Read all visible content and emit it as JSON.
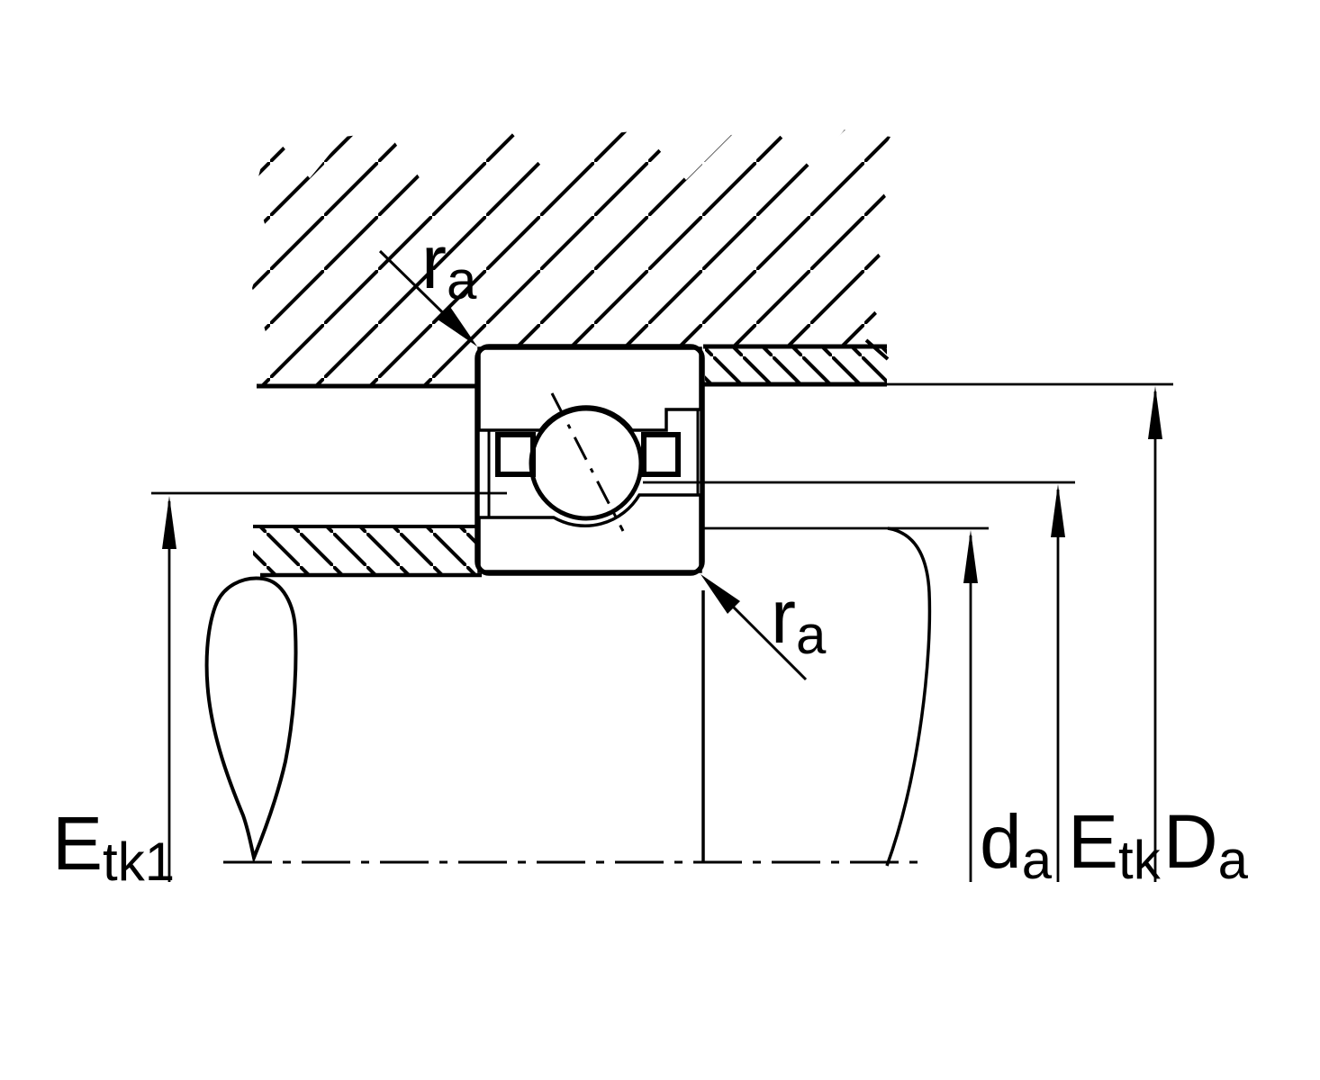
{
  "labels": {
    "ra_top": {
      "main": "r",
      "sub": "a"
    },
    "ra_bottom": {
      "main": "r",
      "sub": "a"
    },
    "etk1": {
      "main": "E",
      "sub": "tk1"
    },
    "da": {
      "main": "d",
      "sub": "a"
    },
    "etk": {
      "main": "E",
      "sub": "tk"
    },
    "Da": {
      "main": "D",
      "sub": "a"
    }
  },
  "colors": {
    "line": "#000000",
    "background": "#ffffff"
  }
}
